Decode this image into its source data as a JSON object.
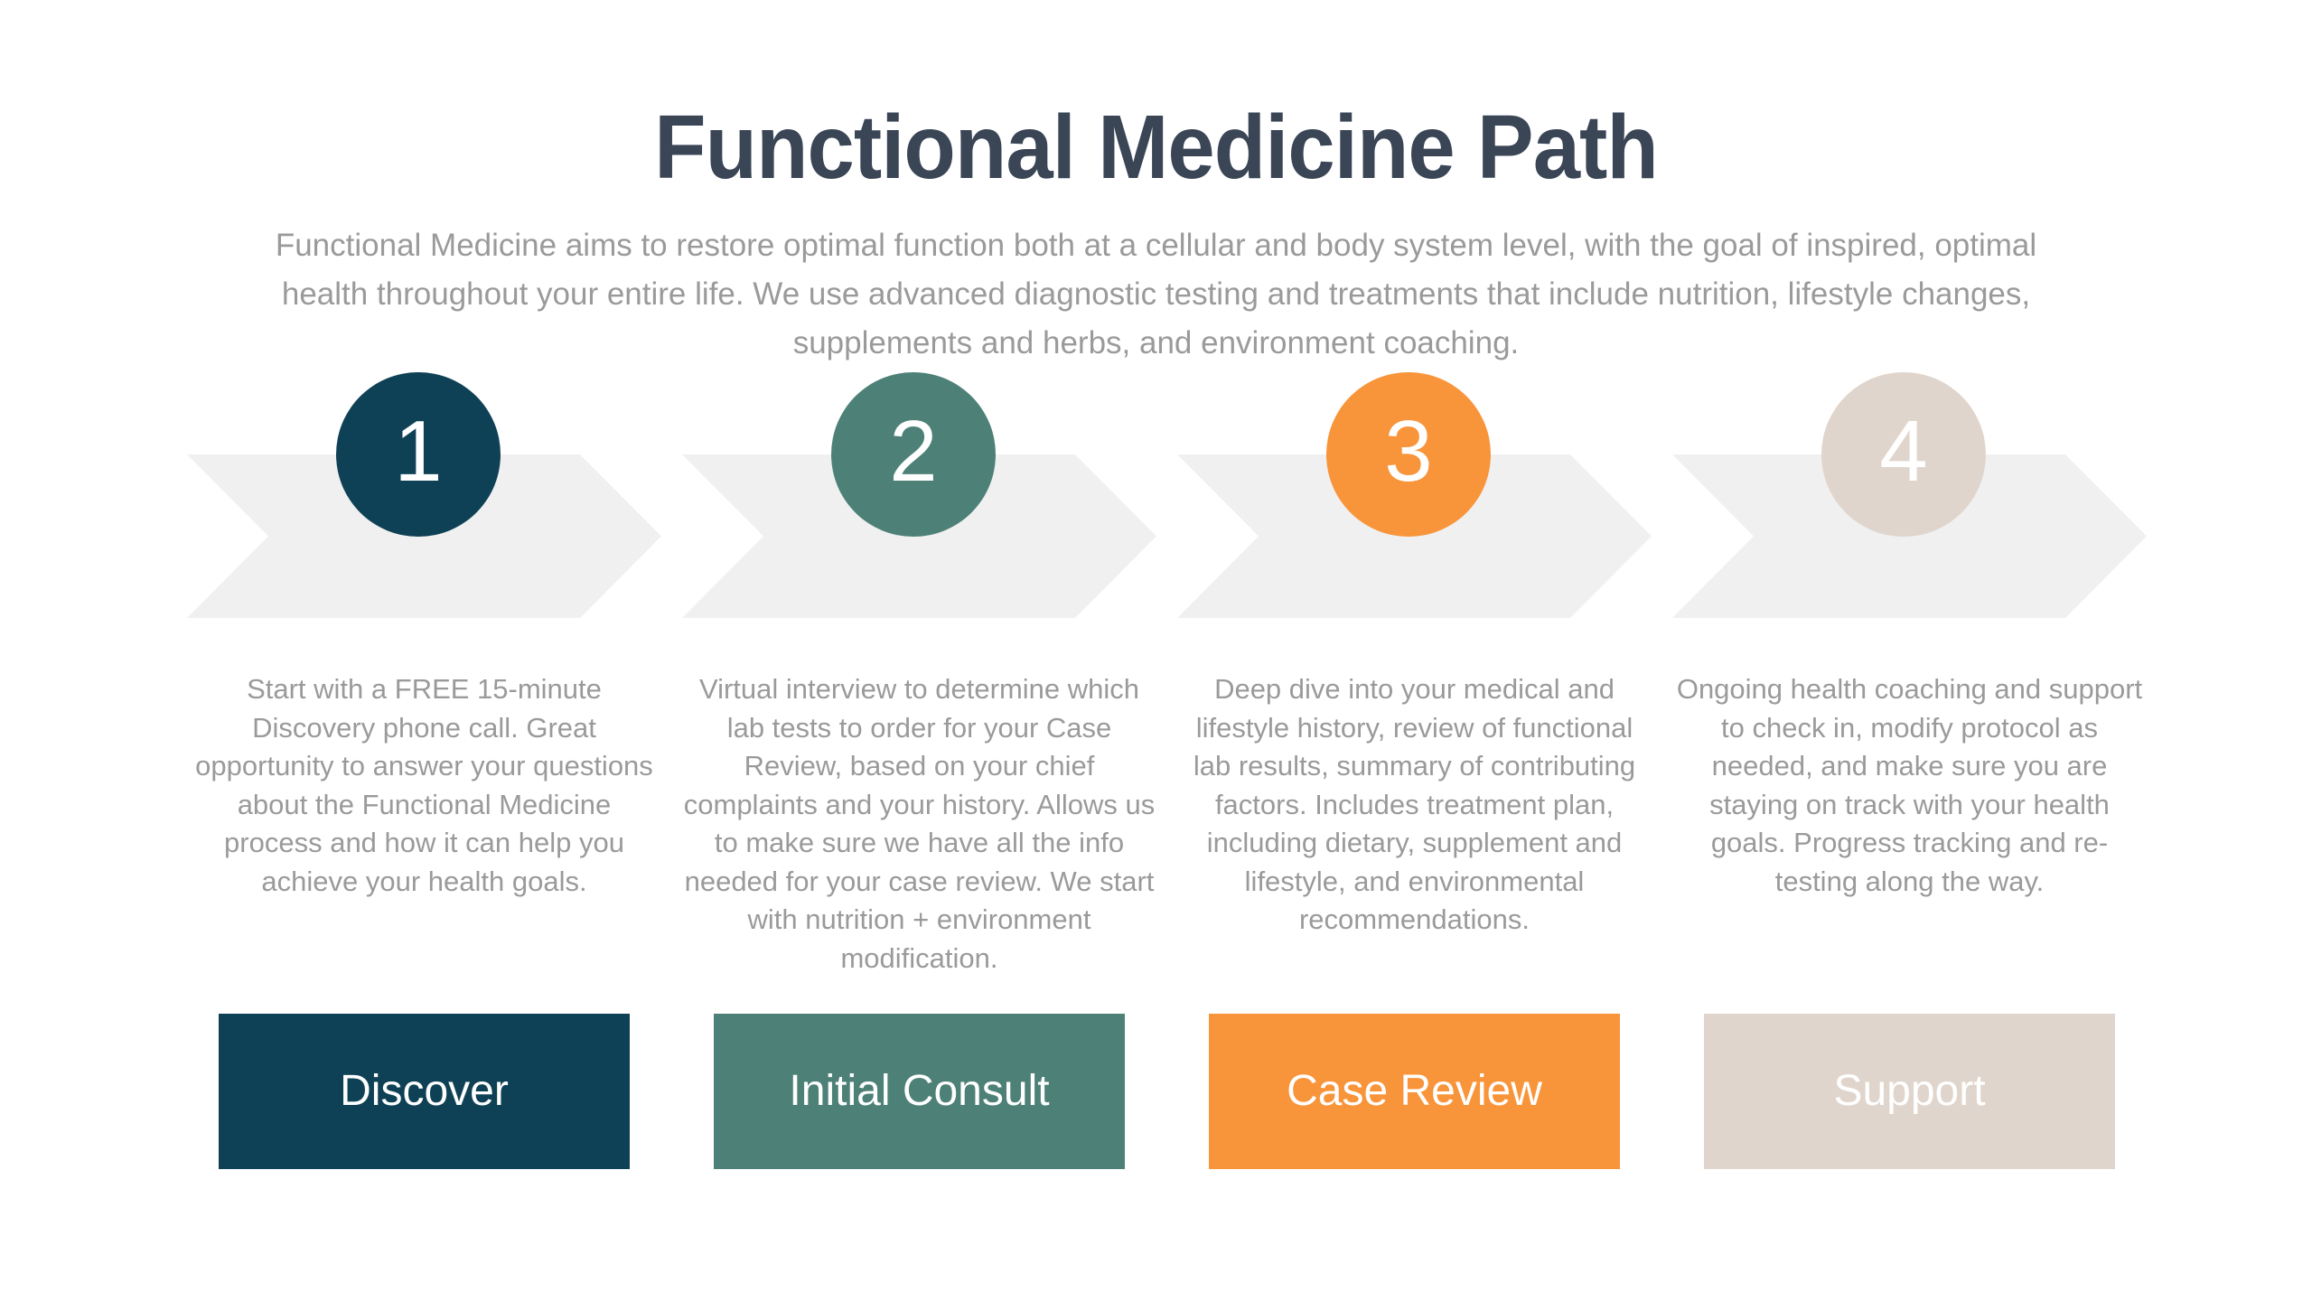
{
  "header": {
    "title": "Functional Medicine Path",
    "subtitle": "Functional Medicine aims to restore optimal function both at a cellular and body system level, with the goal of inspired, optimal health throughout your entire life. We use advanced diagnostic testing and treatments that include nutrition, lifestyle changes, supplements and herbs, and environment coaching.",
    "title_color": "#3A4556",
    "subtitle_color": "#9A9A9A"
  },
  "colors": {
    "background": "#FFFFFF",
    "chevron": "#F0F0F0",
    "step1": "#0F4156",
    "step2": "#4D8177",
    "step3": "#F8953B",
    "step4": "#E0D5CC",
    "body_text": "#9A9A9A",
    "label_text": "#FFFFFF"
  },
  "steps": [
    {
      "number": "1",
      "accent": "#0F4156",
      "description": "Start with a FREE 15-minute Discovery phone call.  Great opportunity to answer your questions about the Functional Medicine process and how it can help you achieve your health goals.",
      "label": "Discover"
    },
    {
      "number": "2",
      "accent": "#4D8177",
      "description": "Virtual interview to determine which lab tests to order for your Case Review, based on your chief complaints and your history.  Allows us to make sure we have all the info needed for your case review.  We start with nutrition + environment modification.",
      "label": "Initial Consult"
    },
    {
      "number": "3",
      "accent": "#F8953B",
      "description": "Deep dive into your medical and lifestyle history, review of functional lab results, summary of contributing factors.  Includes treatment plan, including dietary, supplement and lifestyle, and environmental recommendations.",
      "label": "Case Review"
    },
    {
      "number": "4",
      "accent": "#E0D5CC",
      "description": "Ongoing health coaching and support to check in, modify protocol as needed, and make sure you are staying on track with your health goals.  Progress tracking and re-testing along the way.",
      "label": "Support"
    }
  ]
}
